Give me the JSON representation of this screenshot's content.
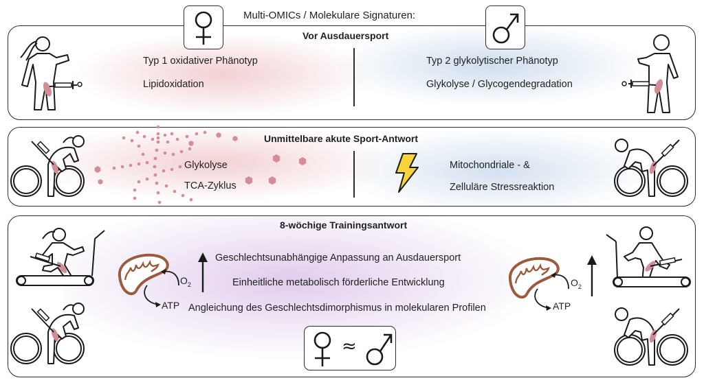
{
  "header": {
    "title": "Multi-OMICs / Molekulare Signaturen:",
    "female_symbol": "♀",
    "male_symbol": "♂"
  },
  "panels": [
    {
      "id": "baseline",
      "title": "Vor Ausdauersport",
      "female": {
        "lines": [
          "Typ 1 oxidativer Phänotyp",
          "Lipidoxidation"
        ],
        "figure": "standing-woman-with-muscle-biopsy-icon"
      },
      "male": {
        "lines": [
          "Typ 2 glykolytischer Phänotyp",
          "Glykolyse / Glycogendegradation"
        ],
        "figure": "standing-man-with-muscle-biopsy-icon"
      }
    },
    {
      "id": "acute",
      "title": "Unmittelbare akute Sport-Antwort",
      "female": {
        "lines": [
          "Glykolyse",
          "TCA-Zyklus"
        ],
        "figure": "cycling-woman-with-muscle-biopsy-icon",
        "decoration": "metabolite-network-icon"
      },
      "male": {
        "lines": [
          "Mitochondriale - &",
          "Zelluläre Stressreaktion"
        ],
        "figure": "cycling-man-with-muscle-biopsy-icon",
        "decoration": "lightning-bolt-icon"
      }
    },
    {
      "id": "training",
      "title": "8-wöchige Trainingsantwort",
      "lines": [
        "Geschlechtsunabhängige Anpassung an Ausdauersport",
        "Einheitliche metabolisch förderliche Entwicklung",
        "Angleichung des Geschlechtsdimorphismus in molekularen Profilen"
      ],
      "mito_labels": {
        "o2": "O",
        "o2_sub": "2",
        "atp": "ATP"
      },
      "equality": {
        "left": "♀",
        "op": "≈",
        "right": "♂"
      }
    }
  ],
  "colors": {
    "female_tint": "#e8b4b8",
    "male_tint": "#b9cde4",
    "training_tint": "#d6bfe3",
    "metabolite": "#d28e98",
    "mito_outline": "#9c5a3c",
    "lightning": "#f7d43a",
    "stroke": "#2b2b2b"
  }
}
